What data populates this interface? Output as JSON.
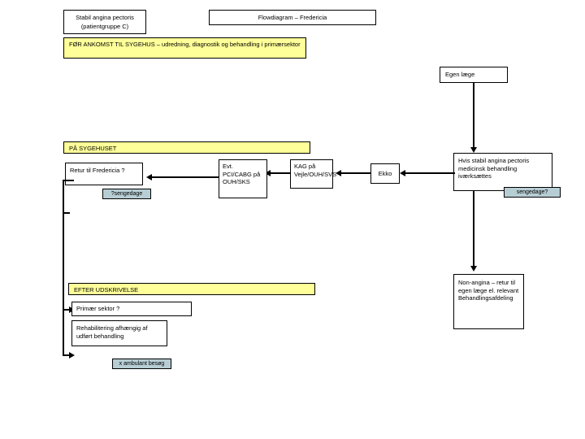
{
  "diagram": {
    "title_box": "Flowdiagram – Fredericia",
    "patient_group_box": "Stabil angina pectoris (patientgruppe C)",
    "sections": [
      {
        "id": "pre_hospital",
        "label": "FØR ANKOMST TIL SYGEHUS – udredning, diagnostik og behandling i primærsektor"
      },
      {
        "id": "at_hospital",
        "label": "PÅ SYGEHUSET"
      },
      {
        "id": "after_discharge",
        "label": "EFTER UDSKRIVELSE"
      }
    ],
    "nodes": [
      {
        "id": "egen_laege",
        "label": "Egen læge"
      },
      {
        "id": "medical_treat",
        "label": "Hvis stabil angina pectoris medicinsk behandling iværksættes"
      },
      {
        "id": "ekko",
        "label": "Ekko"
      },
      {
        "id": "kag",
        "label": "KAG på Vejle/OUH/SVS"
      },
      {
        "id": "pci_cabg",
        "label": "Evt. PCI/CABG på OUH/SKS"
      },
      {
        "id": "retur_fredericia",
        "label": "Retur til Fredericia ?"
      },
      {
        "id": "non_angina",
        "label": "Non-angina – retur til egen læge el. relevant Behandlingsafdeling"
      },
      {
        "id": "primaer_sektor",
        "label": "Primær sektor ?"
      },
      {
        "id": "rehabilitering",
        "label": "Rehabilitering  afhængig af udført behandling"
      }
    ],
    "chips": [
      {
        "id": "chip_sengedage_left",
        "label": "?sengedage"
      },
      {
        "id": "chip_sengedage_right",
        "label": "sengedage?"
      },
      {
        "id": "chip_ambulant",
        "label": "x ambulant besøg"
      }
    ],
    "colors": {
      "banner_fill": "#ffff99",
      "chip_fill": "#b7cdd4",
      "node_fill": "#ffffff",
      "stroke": "#000000",
      "page_background": "#ffffff"
    }
  }
}
